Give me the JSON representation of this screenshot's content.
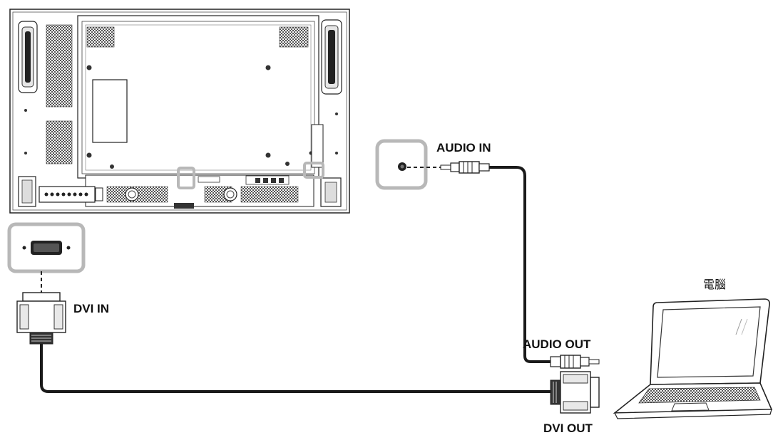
{
  "labels": {
    "audio_in": "AUDIO IN",
    "dvi_in": "DVI IN",
    "audio_out": "AUDIO OUT",
    "dvi_out": "DVI OUT",
    "computer": "電腦"
  },
  "colors": {
    "outline": "#222222",
    "highlight": "#b8b8b8",
    "cable": "#1a1a1a",
    "panel_fill": "#ffffff",
    "connector_fill": "#f4f4f4"
  }
}
